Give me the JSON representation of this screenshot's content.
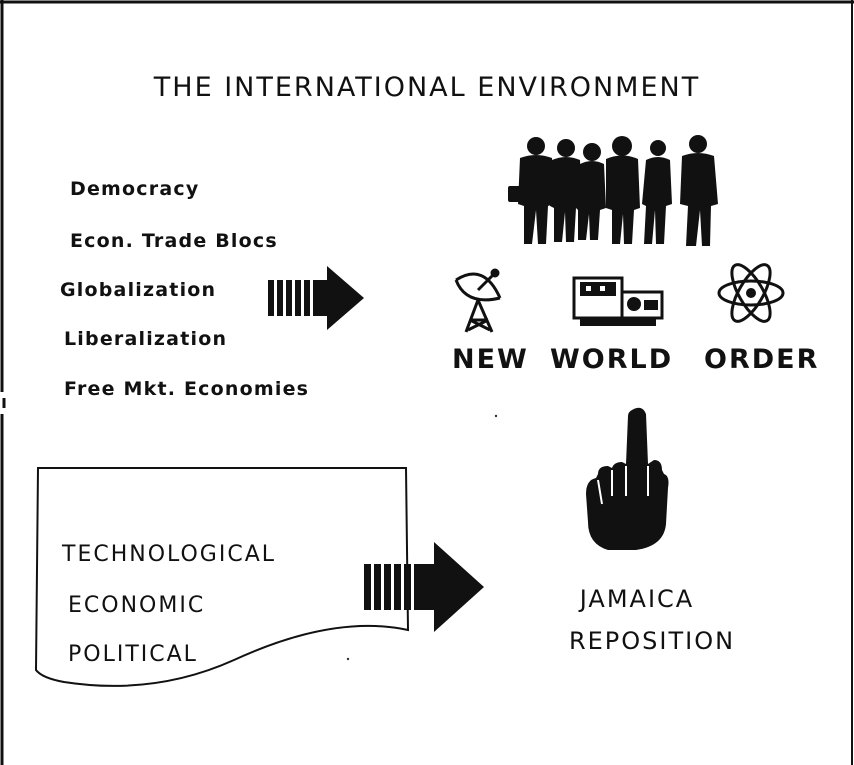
{
  "title": "THE INTERNATIONAL ENVIRONMENT",
  "trends": [
    "Democracy",
    "Econ. Trade Blocs",
    "Globalization",
    "Liberalization",
    "Free Mkt. Economies"
  ],
  "new_world_order": [
    "NEW",
    "WORLD",
    "ORDER"
  ],
  "factors": [
    "TECHNOLOGICAL",
    "ECONOMIC",
    "POLITICAL"
  ],
  "outcome": [
    "JAMAICA",
    "REPOSITION"
  ],
  "icons": {
    "people": "crowd-silhouette-icon",
    "satellite": "satellite-dish-icon",
    "computer": "computer-terminal-icon",
    "atom": "atom-icon",
    "arrow": "block-arrow-icon",
    "hand": "pointing-hand-icon"
  }
}
